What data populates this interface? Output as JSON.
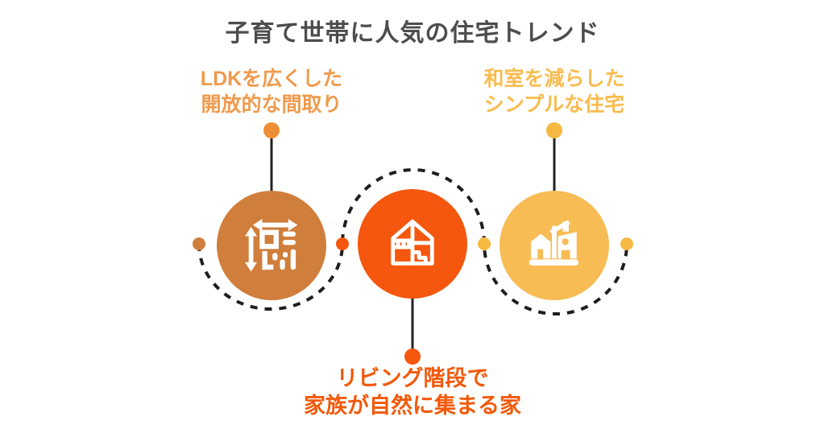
{
  "title": {
    "text": "子育て世帯に人気の住宅トレンド",
    "color": "#4D4D4D"
  },
  "items": [
    {
      "position": "left",
      "label_line1": "LDKを広くした",
      "label_line2": "開放的な間取り",
      "label_color": "#EF9A4D",
      "circle_color": "#D07E3B",
      "dot_color": "#EE8E35",
      "icon": "floor-plan-measure-icon"
    },
    {
      "position": "bottom-center",
      "label_line1": "リビング階段で",
      "label_line2": "家族が自然に集まる家",
      "label_color": "#F2590A",
      "circle_color": "#F4570D",
      "dot_color": "#F4570D",
      "icon": "house-cross-section-stairs-icon"
    },
    {
      "position": "right",
      "label_line1": "和室を減らした",
      "label_line2": "シンプルな住宅",
      "label_color": "#F8BC4F",
      "circle_color": "#F8BC55",
      "dot_color": "#F5B942",
      "icon": "modern-houses-icon"
    }
  ],
  "wave": {
    "line_color": "#1E1E1E",
    "connector_color": "#222222",
    "endpoint_dots": [
      {
        "position": "far-left",
        "color": "#D07E3B"
      },
      {
        "position": "between-left-center",
        "color": "#F4570D"
      },
      {
        "position": "between-center-right",
        "color": "#F5B942"
      },
      {
        "position": "far-right",
        "color": "#F5B942"
      }
    ]
  }
}
